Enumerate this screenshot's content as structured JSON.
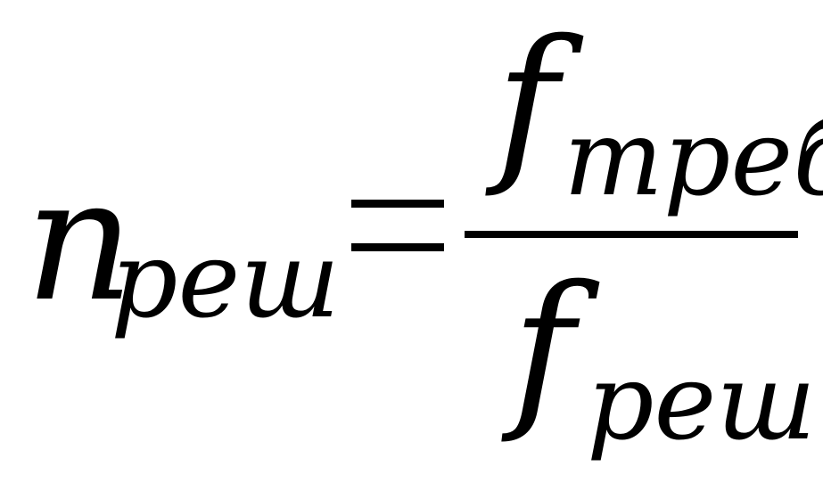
{
  "formula": {
    "lhs": {
      "variable": "n",
      "subscript": "реш"
    },
    "operator": "=",
    "fraction": {
      "numerator": {
        "variable": "f",
        "subscript": "треб"
      },
      "denominator": {
        "variable": "f",
        "subscript": "реш"
      }
    }
  }
}
